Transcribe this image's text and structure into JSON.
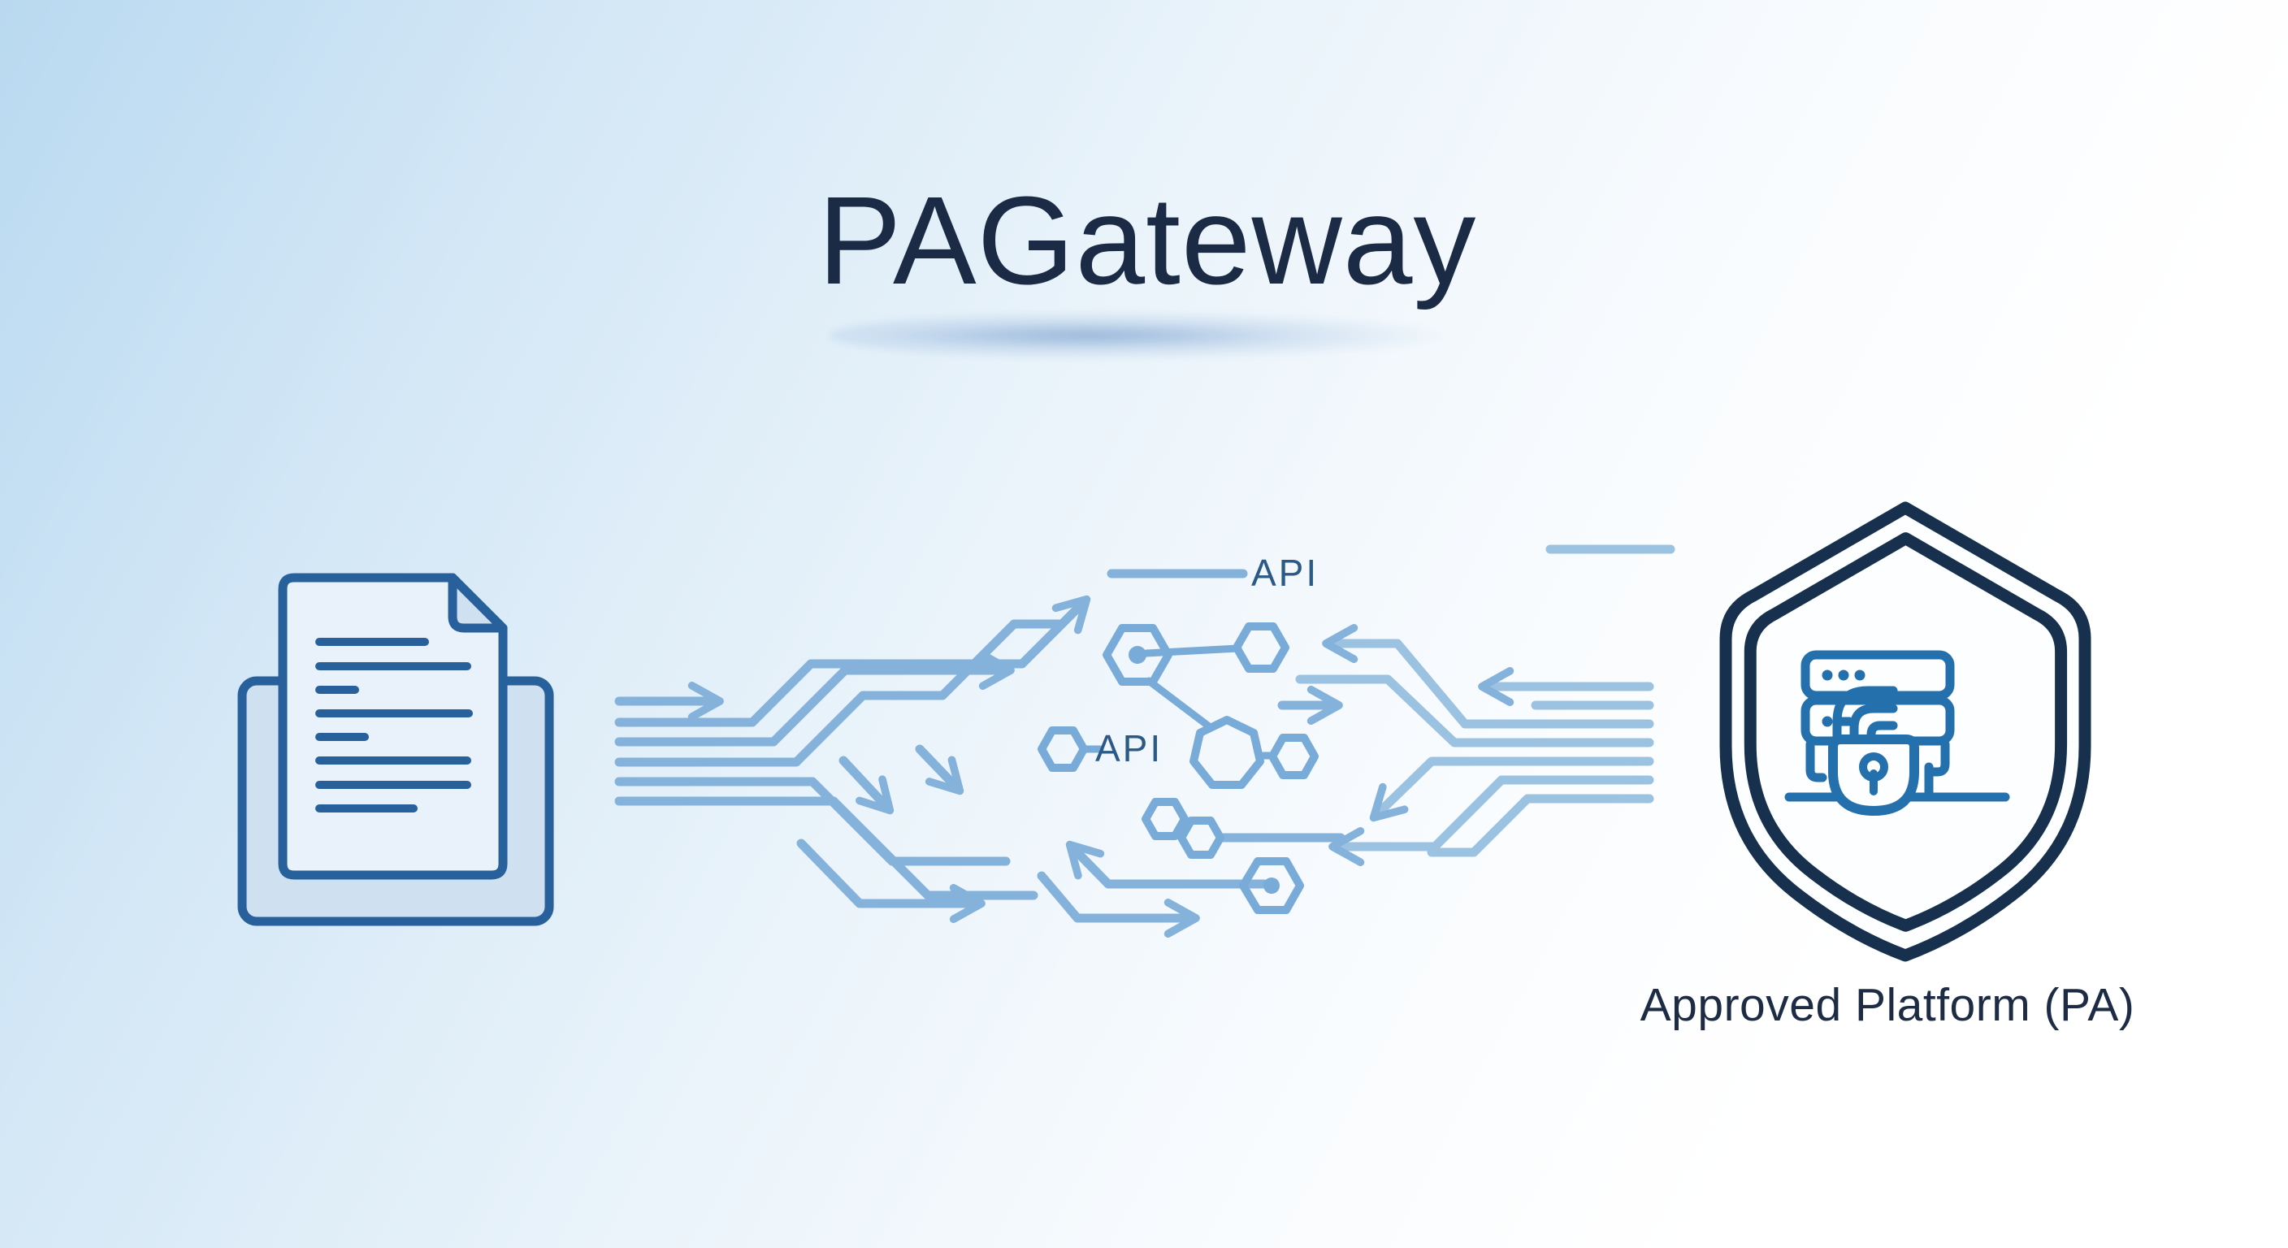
{
  "title": {
    "text": "PAGateway"
  },
  "diagram": {
    "api_label_top": "API",
    "api_label_mid": "API",
    "icons": [
      "document-tray-icon",
      "circuit-flow-arrows",
      "hexagon-api-nodes",
      "security-shield-icon",
      "server-stack-icon",
      "padlock-icon"
    ]
  },
  "platform": {
    "label": "Approved Platform (PA)"
  },
  "colors": {
    "bg-corner": "#b9d9f0",
    "bg-mid": "#e9f3fa",
    "bg-white": "#ffffff",
    "title-navy": "#1c2b45",
    "api-text": "#2b5a87",
    "trace-blue": "#85b2da",
    "trace-light": "#9cc2e2",
    "hex-blue": "#79abd9",
    "doc-outline": "#27609b",
    "doc-fill": "#e9f2fa",
    "tray-fill": "#cfe1f1",
    "shield-navy": "#16304d",
    "icon-blue": "#2470ad",
    "label-navy": "#1d2c44"
  }
}
